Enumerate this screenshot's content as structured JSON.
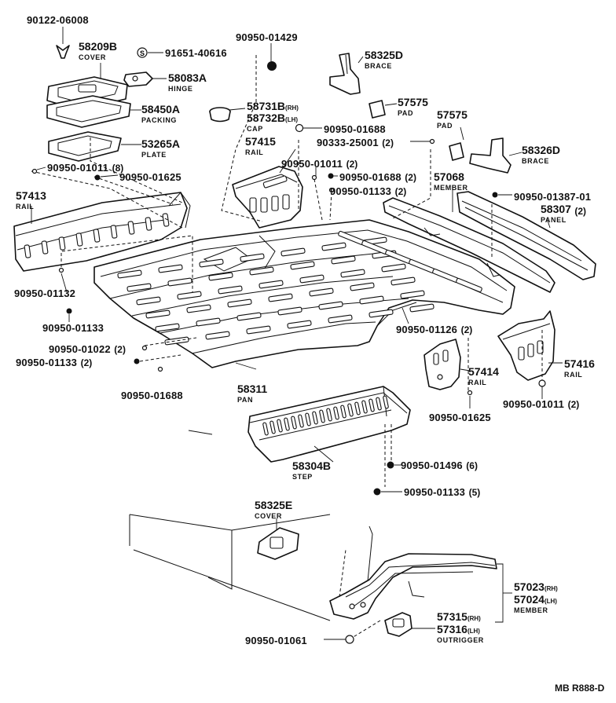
{
  "diagram_code": "MB R888-D",
  "parts": [
    {
      "id": "p01",
      "number": "90122-06008"
    },
    {
      "id": "p02",
      "number": "58209B",
      "name": "COVER"
    },
    {
      "id": "p03",
      "number": "91651-40616"
    },
    {
      "id": "p04",
      "number": "58083A",
      "name": "HINGE"
    },
    {
      "id": "p05",
      "number": "58450A",
      "name": "PACKING"
    },
    {
      "id": "p06",
      "number": "53265A",
      "name": "PLATE"
    },
    {
      "id": "p07",
      "number": "90950-01011",
      "qty": "(8)"
    },
    {
      "id": "p08",
      "number": "90950-01625"
    },
    {
      "id": "p09",
      "number": "57413",
      "name": "RAIL"
    },
    {
      "id": "p10",
      "number": "90950-01132"
    },
    {
      "id": "p11",
      "number": "90950-01133"
    },
    {
      "id": "p12",
      "number": "90950-01022",
      "qty": "(2)"
    },
    {
      "id": "p13",
      "number": "90950-01133",
      "qty": "(2)"
    },
    {
      "id": "p14",
      "number": "90950-01688"
    },
    {
      "id": "p15",
      "number": "90950-01429"
    },
    {
      "id": "p16a",
      "number": "58731B",
      "suffix": "(RH)"
    },
    {
      "id": "p16b",
      "number": "58732B",
      "suffix": "(LH)",
      "name": "CAP"
    },
    {
      "id": "p17",
      "number": "57415",
      "name": "RAIL"
    },
    {
      "id": "p18",
      "number": "90950-01688"
    },
    {
      "id": "p19",
      "number": "90333-25001",
      "qty": "(2)"
    },
    {
      "id": "p20",
      "number": "90950-01011",
      "qty": "(2)"
    },
    {
      "id": "p21",
      "number": "90950-01688",
      "qty": "(2)"
    },
    {
      "id": "p22",
      "number": "90950-01133",
      "qty": "(2)"
    },
    {
      "id": "p23",
      "number": "58325D",
      "name": "BRACE"
    },
    {
      "id": "p24",
      "number": "57575",
      "name": "PAD"
    },
    {
      "id": "p25",
      "number": "57575",
      "name": "PAD"
    },
    {
      "id": "p26",
      "number": "58326D",
      "name": "BRACE"
    },
    {
      "id": "p27",
      "number": "57068",
      "name": "MEMBER"
    },
    {
      "id": "p28",
      "number": "90950-01387-01"
    },
    {
      "id": "p29",
      "number": "58307",
      "qty": "(2)",
      "name": "PANEL"
    },
    {
      "id": "p30",
      "number": "58311",
      "name": "PAN"
    },
    {
      "id": "p31",
      "number": "90950-01126",
      "qty": "(2)"
    },
    {
      "id": "p32",
      "number": "57414",
      "name": "RAIL"
    },
    {
      "id": "p33",
      "number": "57416",
      "name": "RAIL"
    },
    {
      "id": "p34",
      "number": "90950-01625"
    },
    {
      "id": "p35",
      "number": "90950-01011",
      "qty": "(2)"
    },
    {
      "id": "p36",
      "number": "58304B",
      "name": "STEP"
    },
    {
      "id": "p37",
      "number": "90950-01496",
      "qty": "(6)"
    },
    {
      "id": "p38",
      "number": "90950-01133",
      "qty": "(5)"
    },
    {
      "id": "p39",
      "number": "58325E",
      "name": "COVER"
    },
    {
      "id": "p40a",
      "number": "57023",
      "suffix": "(RH)"
    },
    {
      "id": "p40b",
      "number": "57024",
      "suffix": "(LH)",
      "name": "MEMBER"
    },
    {
      "id": "p41a",
      "number": "57315",
      "suffix": "(RH)"
    },
    {
      "id": "p41b",
      "number": "57316",
      "suffix": "(LH)",
      "name": "OUTRIGGER"
    },
    {
      "id": "p42",
      "number": "90950-01061"
    }
  ]
}
